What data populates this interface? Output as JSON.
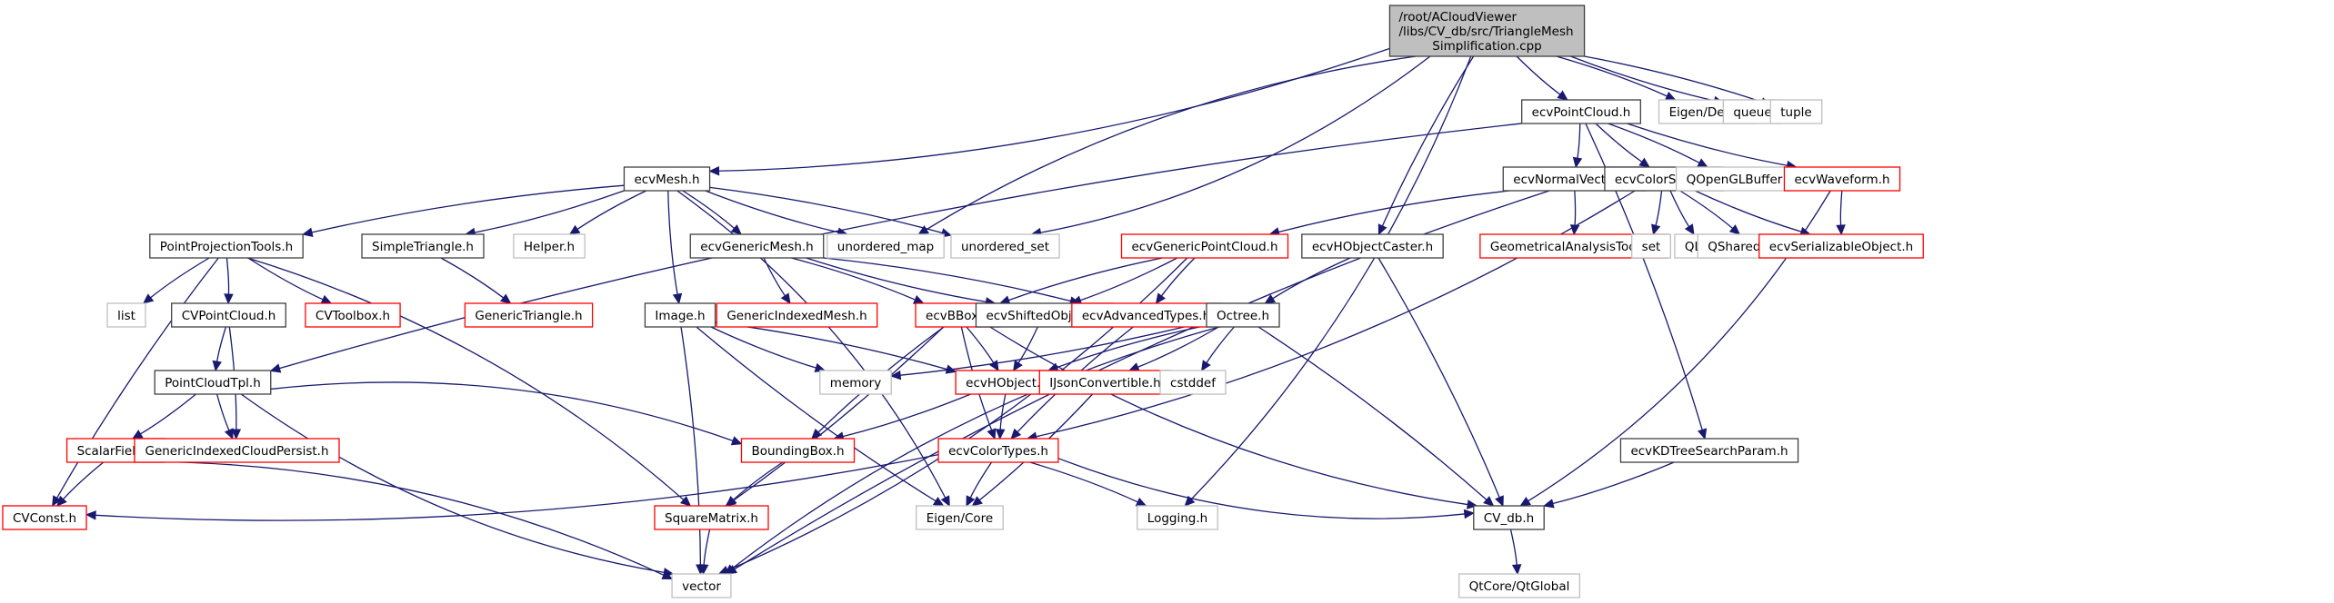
{
  "graph": {
    "title": "Include dependency graph for TriangleMeshSimplification.cpp",
    "colors": {
      "edge": "#191970",
      "root_fill": "#bfbfbf",
      "root_border": "#404040",
      "documented_border": "#404040",
      "truncated_border": "#ff0000",
      "external_border": "#bfbfbf",
      "node_fill": "#ffffff"
    },
    "nodes": [
      {
        "id": "root",
        "lines": [
          "/root/ACloudViewer",
          "/libs/CV_db/src/TriangleMesh",
          "Simplification.cpp"
        ],
        "kind": "root"
      },
      {
        "id": "ecvPointCloud",
        "lines": [
          "ecvPointCloud.h"
        ],
        "kind": "documented"
      },
      {
        "id": "EigenDense",
        "lines": [
          "Eigen/Dense"
        ],
        "kind": "external"
      },
      {
        "id": "queue",
        "lines": [
          "queue"
        ],
        "kind": "external"
      },
      {
        "id": "tuple",
        "lines": [
          "tuple"
        ],
        "kind": "external"
      },
      {
        "id": "ecvMesh",
        "lines": [
          "ecvMesh.h"
        ],
        "kind": "documented"
      },
      {
        "id": "ecvNormalVectors",
        "lines": [
          "ecvNormalVectors.h"
        ],
        "kind": "documented"
      },
      {
        "id": "ecvColorScale",
        "lines": [
          "ecvColorScale.h"
        ],
        "kind": "documented"
      },
      {
        "id": "QOpenGLBuffer",
        "lines": [
          "QOpenGLBuffer"
        ],
        "kind": "external"
      },
      {
        "id": "ecvWaveform",
        "lines": [
          "ecvWaveform.h"
        ],
        "kind": "truncated"
      },
      {
        "id": "PointProjectionTools",
        "lines": [
          "PointProjectionTools.h"
        ],
        "kind": "documented"
      },
      {
        "id": "SimpleTriangle",
        "lines": [
          "SimpleTriangle.h"
        ],
        "kind": "documented"
      },
      {
        "id": "Helper",
        "lines": [
          "Helper.h"
        ],
        "kind": "external"
      },
      {
        "id": "ecvGenericMesh",
        "lines": [
          "ecvGenericMesh.h"
        ],
        "kind": "documented"
      },
      {
        "id": "unordered_map",
        "lines": [
          "unordered_map"
        ],
        "kind": "external"
      },
      {
        "id": "unordered_set",
        "lines": [
          "unordered_set"
        ],
        "kind": "external"
      },
      {
        "id": "ecvGenericPointCloud",
        "lines": [
          "ecvGenericPointCloud.h"
        ],
        "kind": "truncated"
      },
      {
        "id": "ecvHObjectCaster",
        "lines": [
          "ecvHObjectCaster.h"
        ],
        "kind": "documented"
      },
      {
        "id": "GeometricalAnalysisTools",
        "lines": [
          "GeometricalAnalysisTools.h"
        ],
        "kind": "truncated"
      },
      {
        "id": "set",
        "lines": [
          "set"
        ],
        "kind": "external"
      },
      {
        "id": "QList",
        "lines": [
          "QList"
        ],
        "kind": "external"
      },
      {
        "id": "QSharedPointer",
        "lines": [
          "QSharedPointer"
        ],
        "kind": "external"
      },
      {
        "id": "ecvSerializableObject",
        "lines": [
          "ecvSerializableObject.h"
        ],
        "kind": "truncated"
      },
      {
        "id": "list",
        "lines": [
          "list"
        ],
        "kind": "external"
      },
      {
        "id": "CVPointCloud",
        "lines": [
          "CVPointCloud.h"
        ],
        "kind": "documented"
      },
      {
        "id": "CVToolbox",
        "lines": [
          "CVToolbox.h"
        ],
        "kind": "truncated"
      },
      {
        "id": "GenericTriangle",
        "lines": [
          "GenericTriangle.h"
        ],
        "kind": "truncated"
      },
      {
        "id": "Image",
        "lines": [
          "Image.h"
        ],
        "kind": "documented"
      },
      {
        "id": "GenericIndexedMesh",
        "lines": [
          "GenericIndexedMesh.h"
        ],
        "kind": "truncated"
      },
      {
        "id": "ecvBBox",
        "lines": [
          "ecvBBox.h"
        ],
        "kind": "truncated"
      },
      {
        "id": "ecvShiftedObject",
        "lines": [
          "ecvShiftedObject.h"
        ],
        "kind": "documented"
      },
      {
        "id": "ecvAdvancedTypes",
        "lines": [
          "ecvAdvancedTypes.h"
        ],
        "kind": "truncated"
      },
      {
        "id": "Octree",
        "lines": [
          "Octree.h"
        ],
        "kind": "documented"
      },
      {
        "id": "PointCloudTpl",
        "lines": [
          "PointCloudTpl.h"
        ],
        "kind": "documented"
      },
      {
        "id": "memory",
        "lines": [
          "memory"
        ],
        "kind": "external"
      },
      {
        "id": "ecvHObject",
        "lines": [
          "ecvHObject.h"
        ],
        "kind": "truncated"
      },
      {
        "id": "IJsonConvertible",
        "lines": [
          "IJsonConvertible.h"
        ],
        "kind": "truncated"
      },
      {
        "id": "cstddef",
        "lines": [
          "cstddef"
        ],
        "kind": "external"
      },
      {
        "id": "ScalarField",
        "lines": [
          "ScalarField.h"
        ],
        "kind": "truncated"
      },
      {
        "id": "GenericIndexedCloudPersist",
        "lines": [
          "GenericIndexedCloudPersist.h"
        ],
        "kind": "truncated"
      },
      {
        "id": "BoundingBox",
        "lines": [
          "BoundingBox.h"
        ],
        "kind": "truncated"
      },
      {
        "id": "ecvColorTypes",
        "lines": [
          "ecvColorTypes.h"
        ],
        "kind": "truncated"
      },
      {
        "id": "ecvKDTreeSearchParam",
        "lines": [
          "ecvKDTreeSearchParam.h"
        ],
        "kind": "documented"
      },
      {
        "id": "CVConst",
        "lines": [
          "CVConst.h"
        ],
        "kind": "truncated"
      },
      {
        "id": "SquareMatrix",
        "lines": [
          "SquareMatrix.h"
        ],
        "kind": "truncated"
      },
      {
        "id": "EigenCore",
        "lines": [
          "Eigen/Core"
        ],
        "kind": "external"
      },
      {
        "id": "Logging",
        "lines": [
          "Logging.h"
        ],
        "kind": "external"
      },
      {
        "id": "CV_db",
        "lines": [
          "CV_db.h"
        ],
        "kind": "documented"
      },
      {
        "id": "vector",
        "lines": [
          "vector"
        ],
        "kind": "external"
      },
      {
        "id": "QtGlobal",
        "lines": [
          "QtCore/QtGlobal"
        ],
        "kind": "external"
      }
    ],
    "edges": [
      [
        "root",
        "ecvMesh"
      ],
      [
        "root",
        "unordered_map"
      ],
      [
        "root",
        "unordered_set"
      ],
      [
        "root",
        "ecvHObjectCaster"
      ],
      [
        "root",
        "Logging"
      ],
      [
        "root",
        "ecvPointCloud"
      ],
      [
        "root",
        "EigenDense"
      ],
      [
        "root",
        "queue"
      ],
      [
        "root",
        "tuple"
      ],
      [
        "ecvPointCloud",
        "PointCloudTpl"
      ],
      [
        "ecvPointCloud",
        "ecvNormalVectors"
      ],
      [
        "ecvPointCloud",
        "ecvColorScale"
      ],
      [
        "ecvPointCloud",
        "QOpenGLBuffer"
      ],
      [
        "ecvPointCloud",
        "ecvWaveform"
      ],
      [
        "ecvPointCloud",
        "ecvKDTreeSearchParam"
      ],
      [
        "ecvMesh",
        "PointProjectionTools"
      ],
      [
        "ecvMesh",
        "SimpleTriangle"
      ],
      [
        "ecvMesh",
        "Helper"
      ],
      [
        "ecvMesh",
        "ecvGenericMesh"
      ],
      [
        "ecvMesh",
        "unordered_map"
      ],
      [
        "ecvMesh",
        "unordered_set"
      ],
      [
        "ecvMesh",
        "Image"
      ],
      [
        "ecvMesh",
        "EigenCore"
      ],
      [
        "ecvNormalVectors",
        "ecvGenericPointCloud"
      ],
      [
        "ecvNormalVectors",
        "GeometricalAnalysisTools"
      ],
      [
        "ecvNormalVectors",
        "vector"
      ],
      [
        "ecvColorScale",
        "set"
      ],
      [
        "ecvColorScale",
        "QList"
      ],
      [
        "ecvColorScale",
        "QSharedPointer"
      ],
      [
        "ecvColorScale",
        "ecvSerializableObject"
      ],
      [
        "ecvColorScale",
        "ecvColorTypes"
      ],
      [
        "ecvWaveform",
        "ecvSerializableObject"
      ],
      [
        "ecvWaveform",
        "CV_db"
      ],
      [
        "PointProjectionTools",
        "list"
      ],
      [
        "PointProjectionTools",
        "CVPointCloud"
      ],
      [
        "PointProjectionTools",
        "CVToolbox"
      ],
      [
        "PointProjectionTools",
        "SquareMatrix"
      ],
      [
        "PointProjectionTools",
        "CVConst"
      ],
      [
        "SimpleTriangle",
        "GenericTriangle"
      ],
      [
        "ecvGenericMesh",
        "GenericIndexedMesh"
      ],
      [
        "ecvGenericMesh",
        "ecvBBox"
      ],
      [
        "ecvGenericMesh",
        "ecvShiftedObject"
      ],
      [
        "ecvGenericMesh",
        "ecvAdvancedTypes"
      ],
      [
        "ecvGenericPointCloud",
        "ecvBBox"
      ],
      [
        "ecvGenericPointCloud",
        "ecvShiftedObject"
      ],
      [
        "ecvGenericPointCloud",
        "ecvAdvancedTypes"
      ],
      [
        "ecvGenericPointCloud",
        "vector"
      ],
      [
        "ecvHObjectCaster",
        "Octree"
      ],
      [
        "ecvHObjectCaster",
        "CV_db"
      ],
      [
        "CVPointCloud",
        "PointCloudTpl"
      ],
      [
        "CVPointCloud",
        "GenericIndexedCloudPersist"
      ],
      [
        "Image",
        "memory"
      ],
      [
        "Image",
        "ecvHObject"
      ],
      [
        "Image",
        "EigenCore"
      ],
      [
        "Image",
        "vector"
      ],
      [
        "ecvBBox",
        "BoundingBox"
      ],
      [
        "ecvBBox",
        "ecvHObject"
      ],
      [
        "ecvBBox",
        "ecvColorTypes"
      ],
      [
        "ecvBBox",
        "SquareMatrix"
      ],
      [
        "ecvBBox",
        "CV_db"
      ],
      [
        "ecvShiftedObject",
        "ecvHObject"
      ],
      [
        "ecvAdvancedTypes",
        "ecvColorTypes"
      ],
      [
        "Octree",
        "memory"
      ],
      [
        "Octree",
        "ecvHObject"
      ],
      [
        "Octree",
        "IJsonConvertible"
      ],
      [
        "Octree",
        "cstddef"
      ],
      [
        "Octree",
        "CV_db"
      ],
      [
        "Octree",
        "vector"
      ],
      [
        "PointCloudTpl",
        "ScalarField"
      ],
      [
        "PointCloudTpl",
        "GenericIndexedCloudPersist"
      ],
      [
        "PointCloudTpl",
        "BoundingBox"
      ],
      [
        "PointCloudTpl",
        "vector"
      ],
      [
        "ecvHObject",
        "BoundingBox"
      ],
      [
        "ecvHObject",
        "ecvColorTypes"
      ],
      [
        "IJsonConvertible",
        "EigenCore"
      ],
      [
        "ScalarField",
        "CVConst"
      ],
      [
        "ScalarField",
        "vector"
      ],
      [
        "BoundingBox",
        "SquareMatrix"
      ],
      [
        "ecvColorTypes",
        "CVConst"
      ],
      [
        "ecvColorTypes",
        "EigenCore"
      ],
      [
        "ecvColorTypes",
        "Logging"
      ],
      [
        "ecvColorTypes",
        "CV_db"
      ],
      [
        "ecvKDTreeSearchParam",
        "CV_db"
      ],
      [
        "SquareMatrix",
        "vector"
      ],
      [
        "CV_db",
        "QtGlobal"
      ]
    ]
  }
}
